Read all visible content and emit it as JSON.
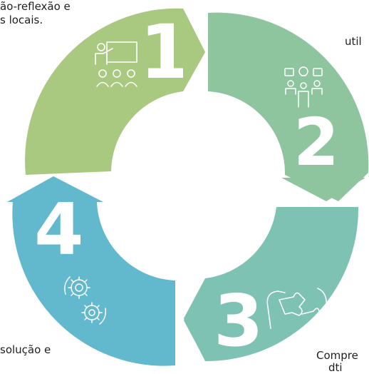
{
  "texts": {
    "step1_line1": "ão-reflexão e",
    "step1_line2": "s locais.",
    "step2_line1": "util",
    "step3_line1": "Compre",
    "step3_line2": "dti",
    "step4_line1": "solução e"
  },
  "numbers": {
    "one": "1",
    "two": "2",
    "three": "3",
    "four": "4"
  },
  "colors": {
    "step1": "#a8c97f",
    "step2": "#8ec59e",
    "step3": "#7dc2b3",
    "step4": "#62b8cd",
    "icon": "#ffffff"
  },
  "icons": [
    "presentation-icon",
    "ideas-group-icon",
    "puzzle-hands-icon",
    "gears-icon"
  ]
}
